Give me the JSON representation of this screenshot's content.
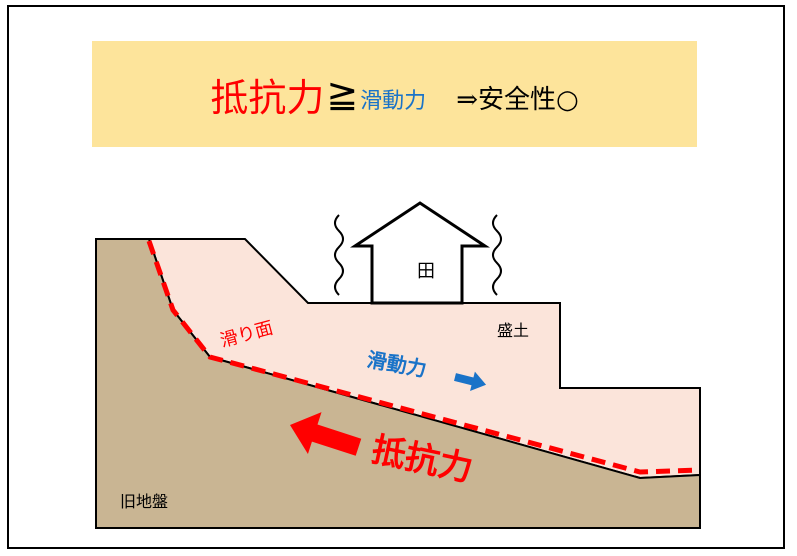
{
  "banner": {
    "resisting_force": "抵抗力",
    "gte_symbol": "≧",
    "sliding_force": "滑動力",
    "conclusion": "⇒安全性○"
  },
  "diagram": {
    "house_window": "田",
    "fill_label": "盛土",
    "slip_surface_label": "滑り面",
    "sliding_force_label": "滑動力",
    "resisting_force_label": "抵抗力",
    "original_ground_label": "旧地盤"
  },
  "colors": {
    "banner_bg": "#fde49b",
    "fill_soil": "#fbe4da",
    "original_ground": "#c9b593",
    "slip_line": "#ff0000",
    "sliding_arrow": "#1a73c8",
    "resisting_arrow": "#ff0000"
  }
}
